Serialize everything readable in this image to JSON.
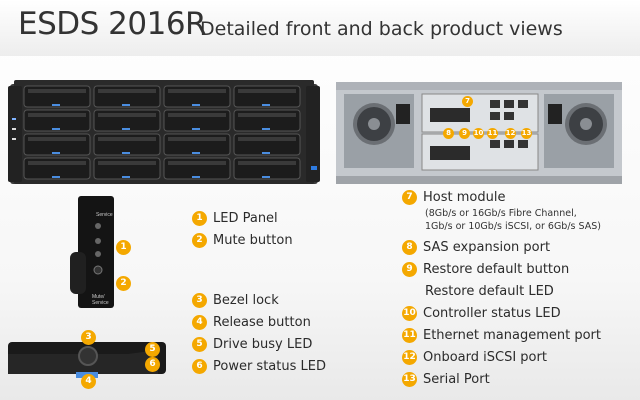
{
  "header": {
    "title": "ESDS 2016R",
    "subtitle": "Detailed front and back product views"
  },
  "colors": {
    "callout": "#f4a800",
    "bezel": "#1c1c1c",
    "chassis": "#b8bcc2"
  },
  "bezel_labels": {
    "service": "Service",
    "mute": "Mute/\nService"
  },
  "legend": [
    {
      "num": "1",
      "label": "LED Panel"
    },
    {
      "num": "2",
      "label": "Mute button"
    },
    {
      "num": "3",
      "label": "Bezel lock"
    },
    {
      "num": "4",
      "label": "Release button"
    },
    {
      "num": "5",
      "label": "Drive busy LED"
    },
    {
      "num": "6",
      "label": "Power status LED"
    },
    {
      "num": "7",
      "label": "Host module",
      "sub": [
        "(8Gb/s or 16Gb/s Fibre Channel,",
        "1Gb/s or 10Gb/s iSCSI, or 6Gb/s SAS)"
      ]
    },
    {
      "num": "8",
      "label": "SAS expansion port"
    },
    {
      "num": "9",
      "label": "Restore default button",
      "extra": "Restore default LED"
    },
    {
      "num": "10",
      "label": "Controller status LED"
    },
    {
      "num": "11",
      "label": "Ethernet management port"
    },
    {
      "num": "12",
      "label": "Onboard iSCSI port"
    },
    {
      "num": "13",
      "label": "Serial Port"
    }
  ]
}
